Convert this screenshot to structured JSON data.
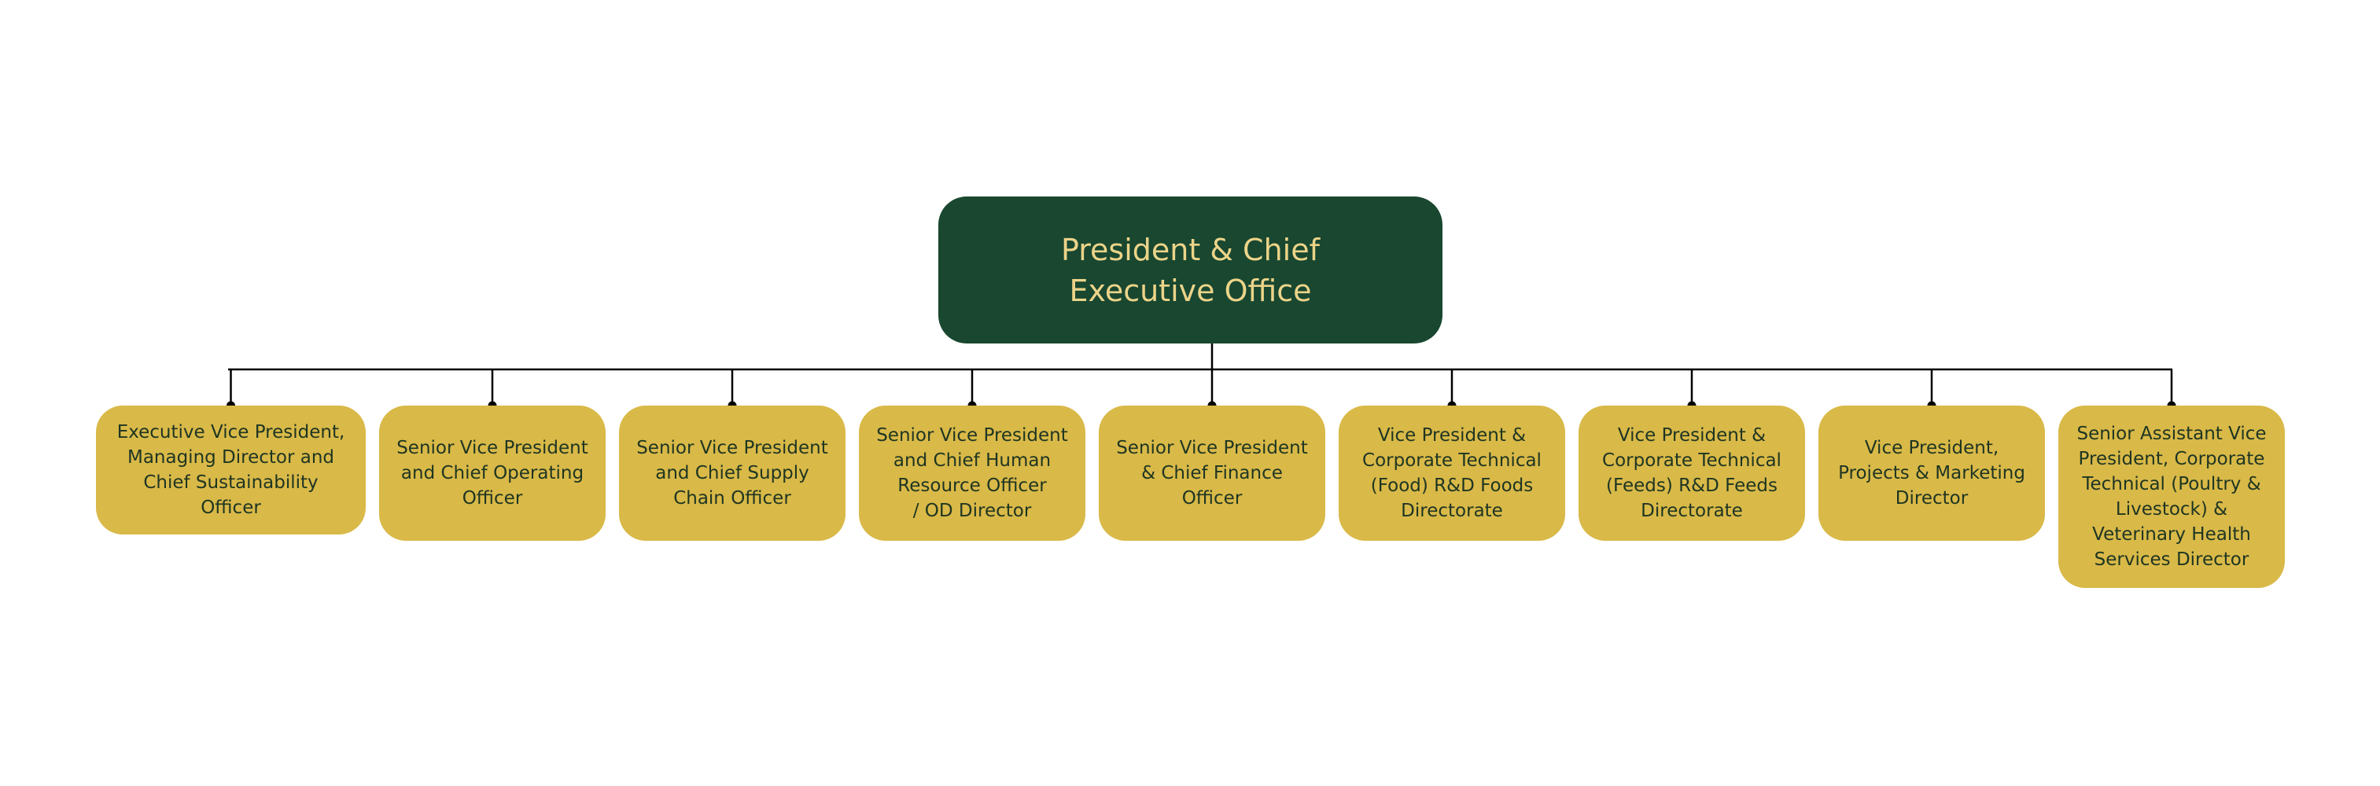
{
  "org_chart": {
    "root": {
      "label": "President & Chief\nExecutive Office"
    },
    "children": [
      {
        "label": "Executive Vice President,\nManaging Director and\nChief Sustainability\nOfficer"
      },
      {
        "label": "Senior Vice President\nand Chief Operating\nOfficer"
      },
      {
        "label": "Senior Vice President\nand Chief Supply\nChain Officer"
      },
      {
        "label": "Senior Vice President\nand Chief Human\nResource Officer\n/ OD Director"
      },
      {
        "label": "Senior Vice President\n& Chief Finance\nOfficer"
      },
      {
        "label": "Vice President &\nCorporate Technical\n(Food) R&D Foods\nDirectorate"
      },
      {
        "label": "Vice President  &\nCorporate Technical\n(Feeds) R&D Feeds\nDirectorate"
      },
      {
        "label": "Vice President,\nProjects  & Marketing\nDirector"
      },
      {
        "label": "Senior Assistant Vice\nPresident, Corporate\nTechnical (Poultry &\nLivestock) &\nVeterinary Health\nServices Director"
      }
    ]
  },
  "colors": {
    "root_fill": "#194730",
    "root_text": "#ecd489",
    "child_fill": "#d9b948",
    "child_text": "#1e3522",
    "connector": "#000000",
    "background": "#ffffff"
  }
}
